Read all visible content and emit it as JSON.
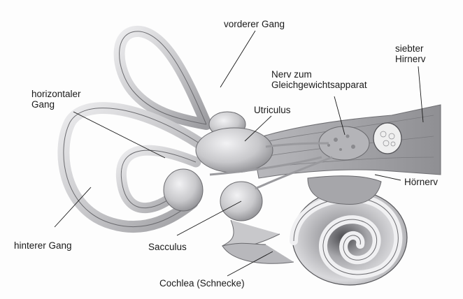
{
  "labels": {
    "anterior": "vorderer Gang",
    "horizontal": "horizontaler\nGang",
    "facial_nerve": "siebter\nHirnerv",
    "vestibular_nerve": "Nerv zum\nGleichgewichtsapparat",
    "utricle": "Utriculus",
    "cochlear_nerve": "Hörnerv",
    "posterior": "hinterer Gang",
    "saccule": "Sacculus",
    "cochlea": "Cochlea (Schnecke)"
  },
  "colors": {
    "ink": "#1a1a1a",
    "tissue": "#c8c8ca",
    "tissue_light": "#e4e4e6",
    "tissue_dark": "#8a8a8e",
    "shadow": "#5a5a5e"
  }
}
